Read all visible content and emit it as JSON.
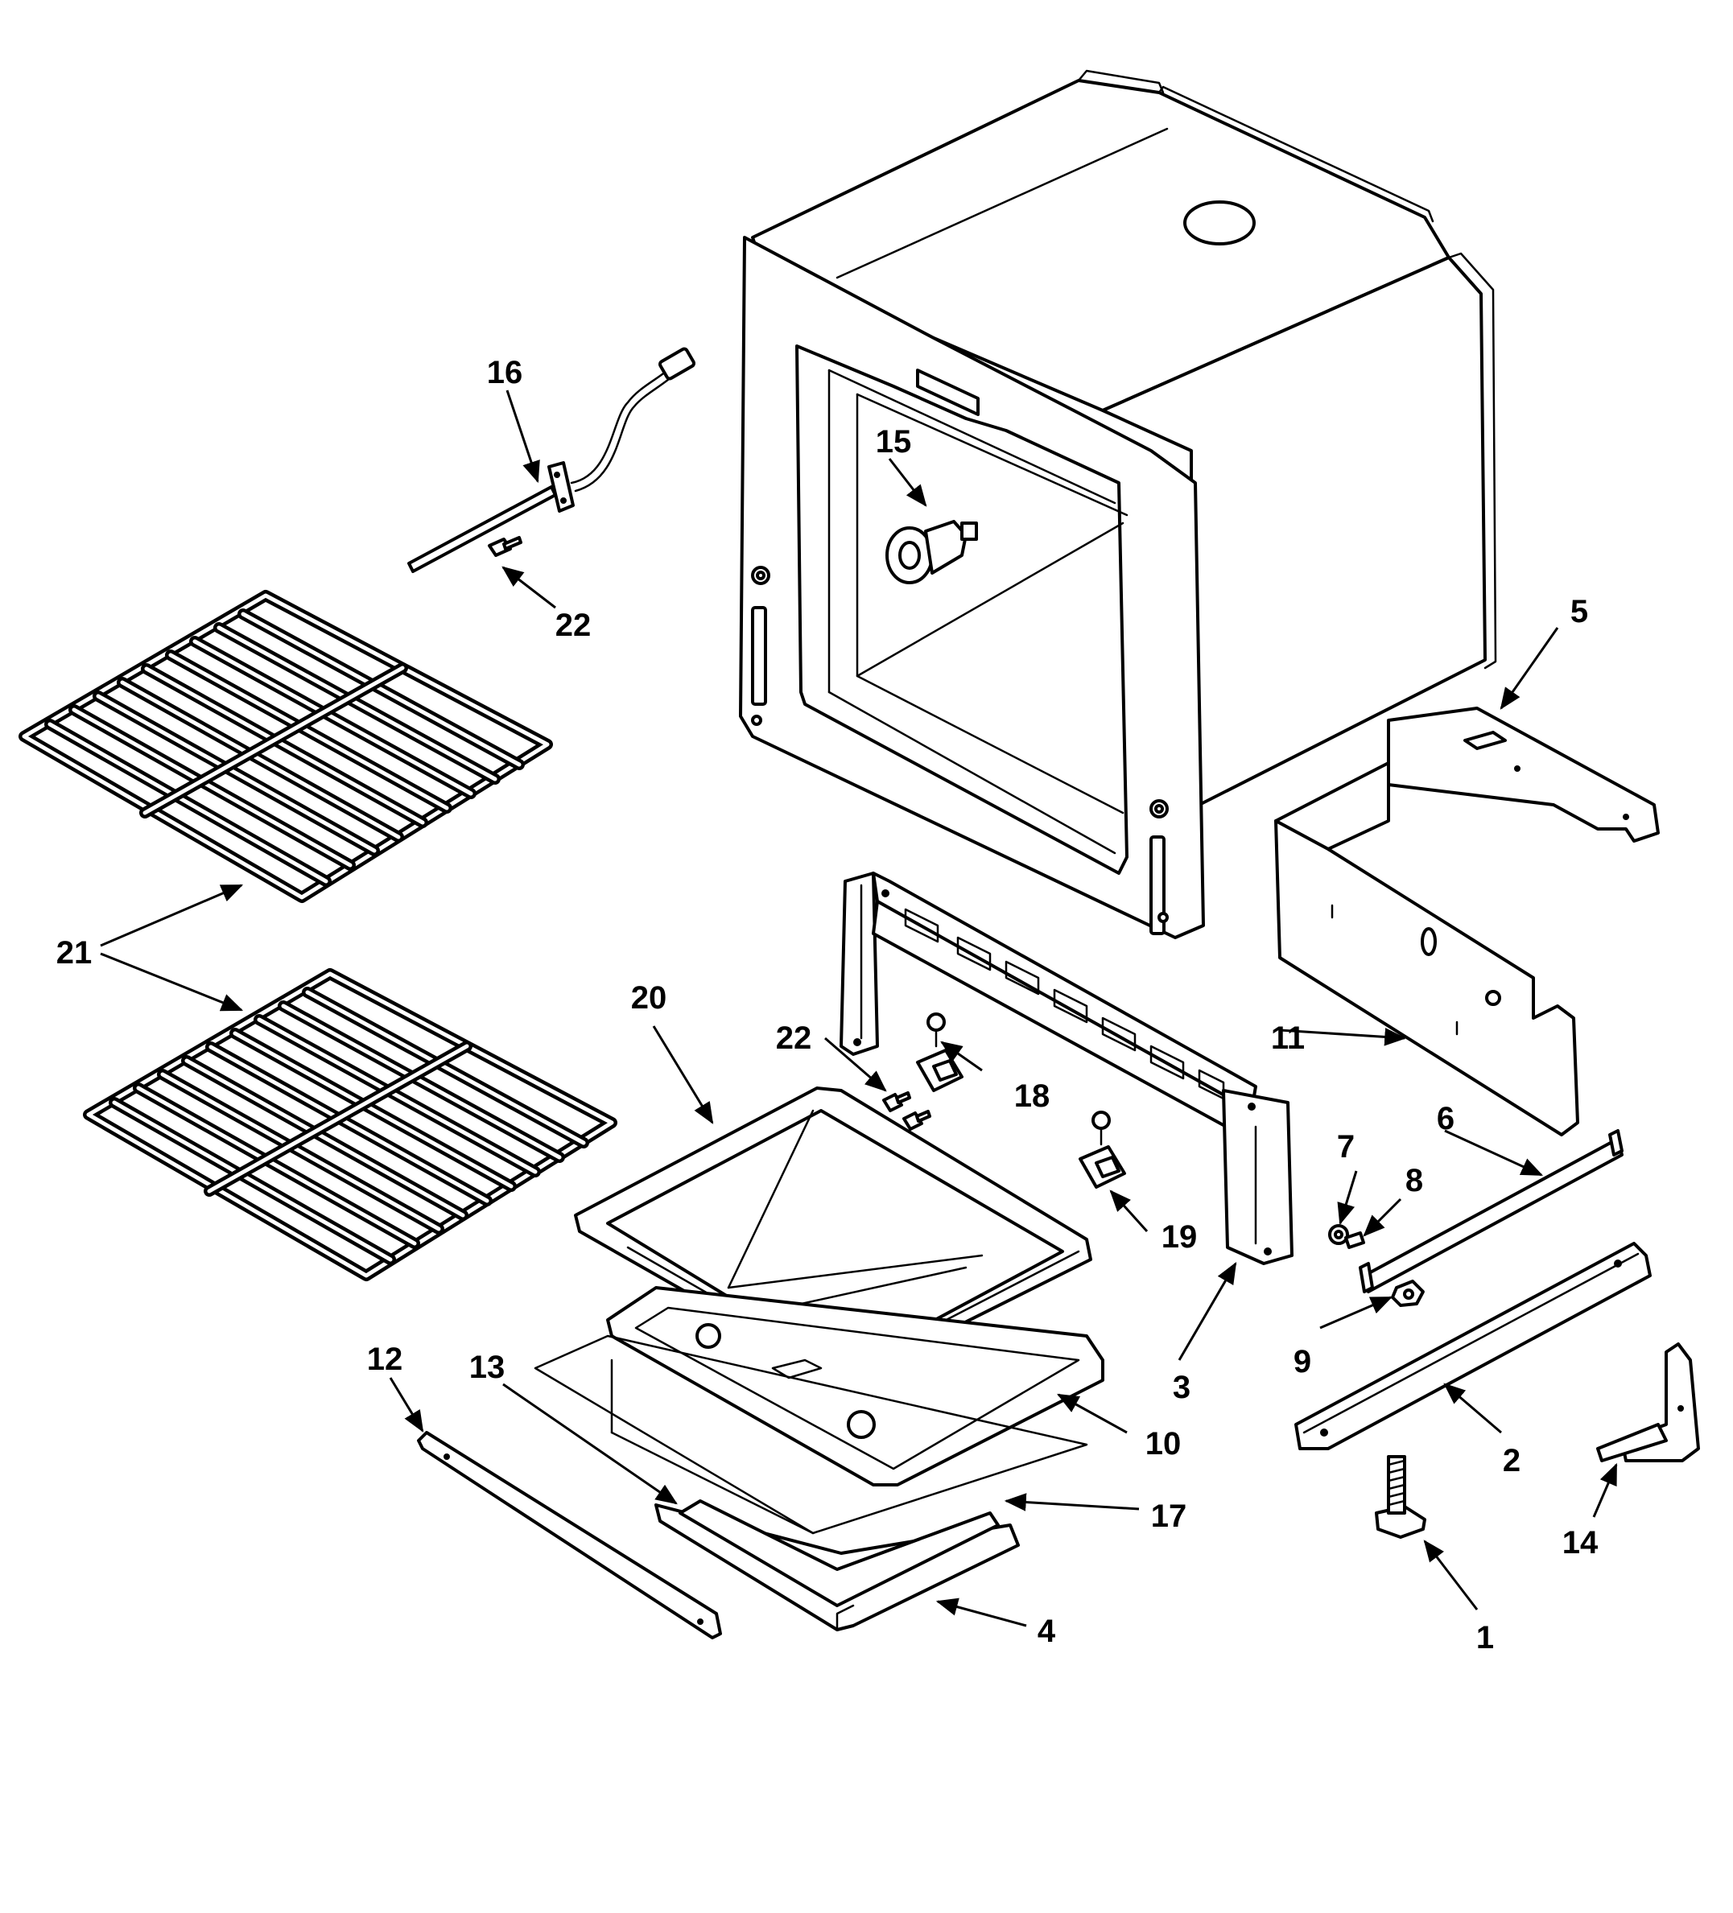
{
  "callouts": {
    "c1": "1",
    "c2": "2",
    "c3": "3",
    "c4": "4",
    "c5": "5",
    "c6": "6",
    "c7": "7",
    "c8": "8",
    "c9": "9",
    "c10": "10",
    "c11": "11",
    "c12": "12",
    "c13": "13",
    "c14": "14",
    "c15": "15",
    "c16": "16",
    "c17": "17",
    "c18": "18",
    "c19": "19",
    "c20": "20",
    "c21": "21",
    "c22a": "22",
    "c22b": "22"
  }
}
